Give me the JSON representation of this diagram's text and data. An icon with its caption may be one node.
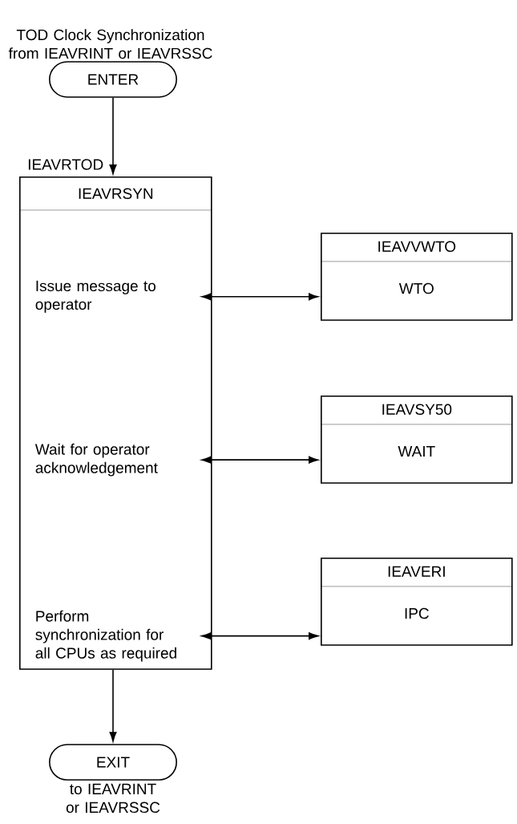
{
  "diagram": {
    "nodes": [
      {
        "text": [
          "ENTER"
        ],
        "beside": [
          "TOD Clock Synchronization from IEAVRINT or IEAVRSSC"
        ]
      },
      {
        "text": [
          "IEAVRSYN"
        ],
        "beside": [
          "IEAVRTOD"
        ]
      },
      {
        "text": [
          "Issue message to operator"
        ],
        "in": 1
      },
      {
        "text": [
          "Wait for operator acknowledgement"
        ],
        "in": 1
      },
      {
        "text": [
          "Perform synchronization for all CPUs as required"
        ],
        "in": 1
      },
      {
        "text": [
          "IEAVVWTO",
          "WTO"
        ]
      },
      {
        "text": [
          "IEAVSY50",
          "WAIT"
        ]
      },
      {
        "text": [
          "IEAVERI",
          "IPC"
        ]
      },
      {
        "text": [
          "EXIT"
        ],
        "beside": [
          "to IEAVRINT or IEAVRSSC"
        ]
      }
    ],
    "edges": [
      {
        "from": 0,
        "to": 1,
        "arrow": "to"
      },
      {
        "from": 2,
        "to": 5,
        "arrow": "both"
      },
      {
        "from": 3,
        "to": 6,
        "arrow": "both"
      },
      {
        "from": 4,
        "to": 7,
        "arrow": "both"
      },
      {
        "from": 1,
        "to": 8,
        "arrow": "to"
      }
    ]
  }
}
